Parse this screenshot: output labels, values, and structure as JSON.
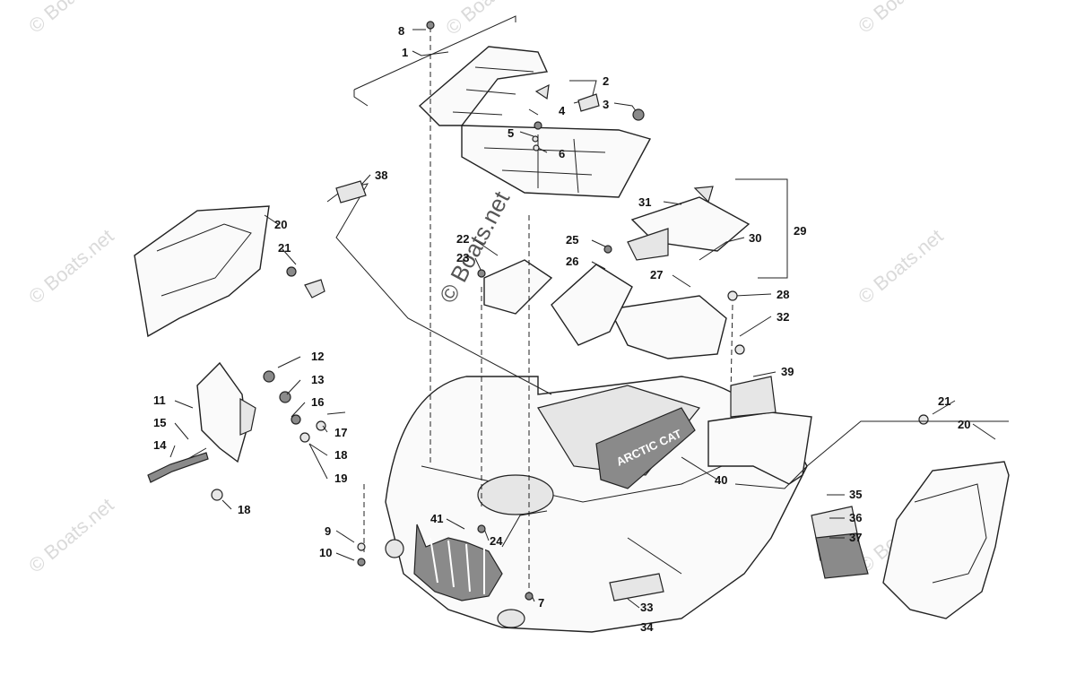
{
  "watermarks": {
    "corner": "© Boats.net",
    "center": "© Boats.net"
  },
  "labels": {
    "p1": "1",
    "p2": "2",
    "p3": "3",
    "p4": "4",
    "p5": "5",
    "p6": "6",
    "p7": "7",
    "p8": "8",
    "p9": "9",
    "p10": "10",
    "p11": "11",
    "p12": "12",
    "p13": "13",
    "p14": "14",
    "p15": "15",
    "p16": "16",
    "p17": "17",
    "p18a": "18",
    "p18b": "18",
    "p19": "19",
    "p20a": "20",
    "p20b": "20",
    "p21a": "21",
    "p21b": "21",
    "p22": "22",
    "p23": "23",
    "p24": "24",
    "p25": "25",
    "p26": "26",
    "p27": "27",
    "p28": "28",
    "p29": "29",
    "p30": "30",
    "p31": "31",
    "p32": "32",
    "p33": "33",
    "p34": "34",
    "p35": "35",
    "p36": "36",
    "p37": "37",
    "p38": "38",
    "p39": "39",
    "p40": "40",
    "p41": "41"
  },
  "decal": "ARCTIC CAT"
}
